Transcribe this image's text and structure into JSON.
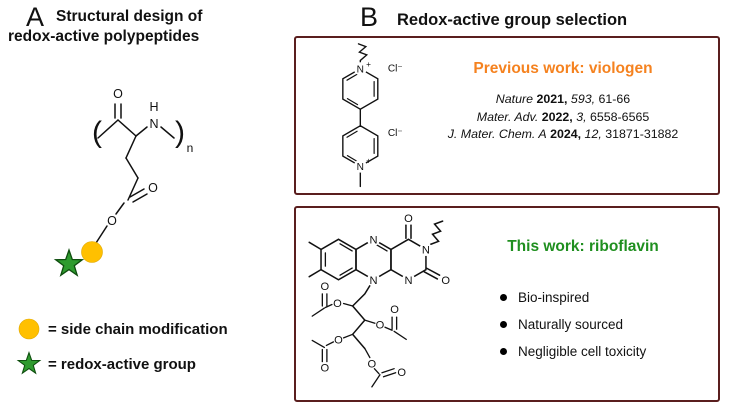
{
  "panelA": {
    "label": "A",
    "title": "Structural design of redox-active polypeptides",
    "legend": [
      {
        "icon": "yellow-circle",
        "text": "= side chain modification"
      },
      {
        "icon": "green-star",
        "text": "= redox-active group"
      }
    ]
  },
  "panelB": {
    "label": "B",
    "title": "Redox-active group selection",
    "previous": {
      "heading": "Previous work: viologen",
      "references": [
        {
          "journal": "Nature",
          "year": "2021,",
          "volume": "593,",
          "pages": "61-66"
        },
        {
          "journal": "Mater. Adv.",
          "year": "2022,",
          "volume": "3,",
          "pages": "6558-6565"
        },
        {
          "journal": "J. Mater. Chem. A",
          "year": "2024,",
          "volume": "12,",
          "pages": "31871-31882"
        }
      ]
    },
    "current": {
      "heading": "This work: riboflavin",
      "bullets": [
        "Bio-inspired",
        "Naturally sourced",
        "Negligible cell toxicity"
      ]
    }
  },
  "atoms": {
    "O": "O",
    "N": "N",
    "H": "H",
    "Cl": "Cl⁻",
    "plus": "+",
    "n": "n",
    "lparen": "(",
    "rparen": ")"
  },
  "colors": {
    "box_border": "#5a1e1e",
    "orange_heading": "#f5821f",
    "green_heading": "#1f8f1f",
    "side_chain_yellow": "#ffc000",
    "redox_star_green": "#2e9b2e"
  }
}
